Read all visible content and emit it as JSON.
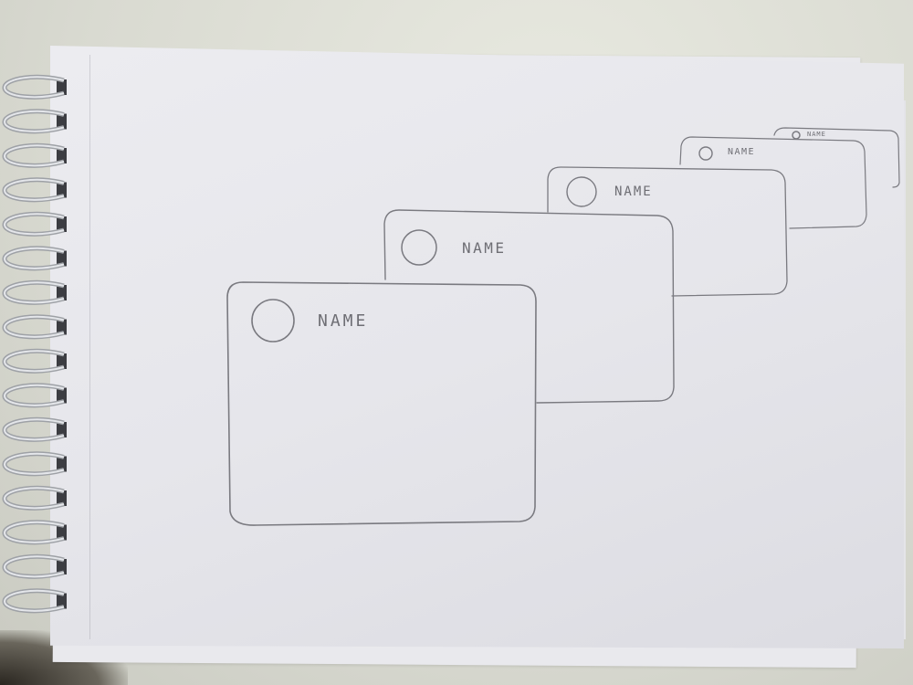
{
  "scene": {
    "description_type": "pencil-sketch",
    "colors": {
      "paper": "#e6e6eb",
      "pencil": "#6e6e74",
      "background": "#dedfd6",
      "wire": "#b5b7bb"
    }
  },
  "cards": [
    {
      "label": "NAME"
    },
    {
      "label": "NAME"
    },
    {
      "label": "NAME"
    },
    {
      "label": "NAME"
    },
    {
      "label": "NAME"
    }
  ]
}
